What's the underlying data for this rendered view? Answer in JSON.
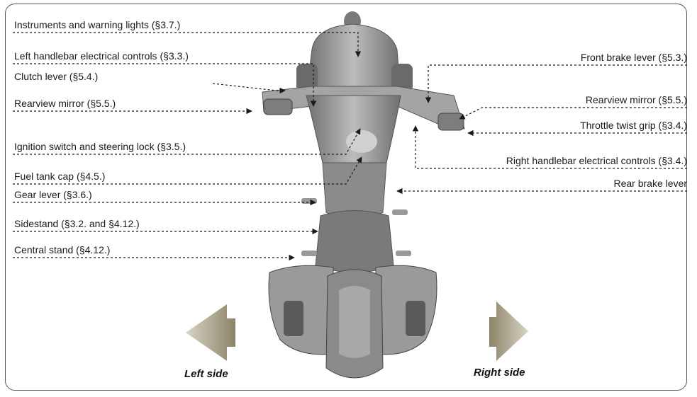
{
  "labels": {
    "instruments": "Instruments and warning lights (§3.7.)",
    "left_controls": "Left handlebar electrical controls (§3.3.)",
    "clutch": "Clutch lever (§5.4.)",
    "mirror_left": "Rearview mirror (§5.5.)",
    "ignition": "Ignition switch and steering lock (§3.5.)",
    "fuel_cap": "Fuel tank cap (§4.5.)",
    "gear": "Gear lever (§3.6.)",
    "sidestand": "Sidestand (§3.2. and §4.12.)",
    "central_stand": "Central stand (§4.12.)",
    "front_brake": "Front brake lever (§5.3.)",
    "mirror_right": "Rearview mirror (§5.5.)",
    "throttle": "Throttle twist grip (§3.4.)",
    "right_controls": "Right handlebar electrical controls (§3.4.)",
    "rear_brake": "Rear brake lever"
  },
  "sides": {
    "left": "Left side",
    "right": "Right side"
  },
  "colors": {
    "frame": "#555555",
    "body": "#8f8f8f",
    "arrow": "#b0a890"
  }
}
